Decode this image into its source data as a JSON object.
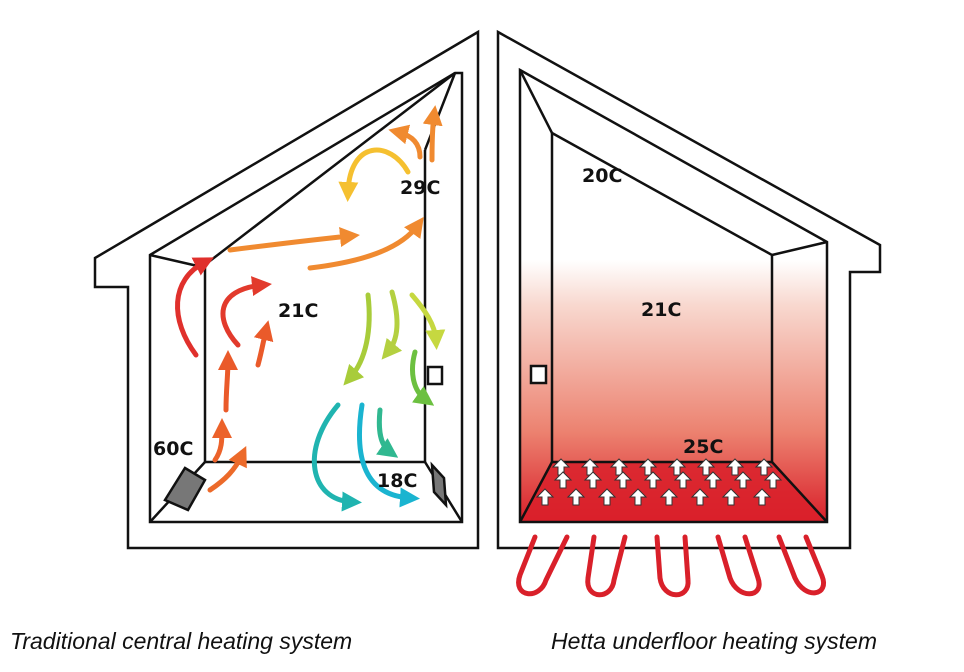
{
  "left": {
    "caption": "Traditional central heating system",
    "temps": {
      "radiator": "60C",
      "room": "21C",
      "ceiling": "29C",
      "floor": "18C"
    }
  },
  "right": {
    "caption": "Hetta underfloor heating system",
    "temps": {
      "ceiling": "20C",
      "room": "21C",
      "floor": "25C"
    }
  },
  "colors": {
    "heat_red": "#d9202a",
    "outline": "#111111"
  }
}
